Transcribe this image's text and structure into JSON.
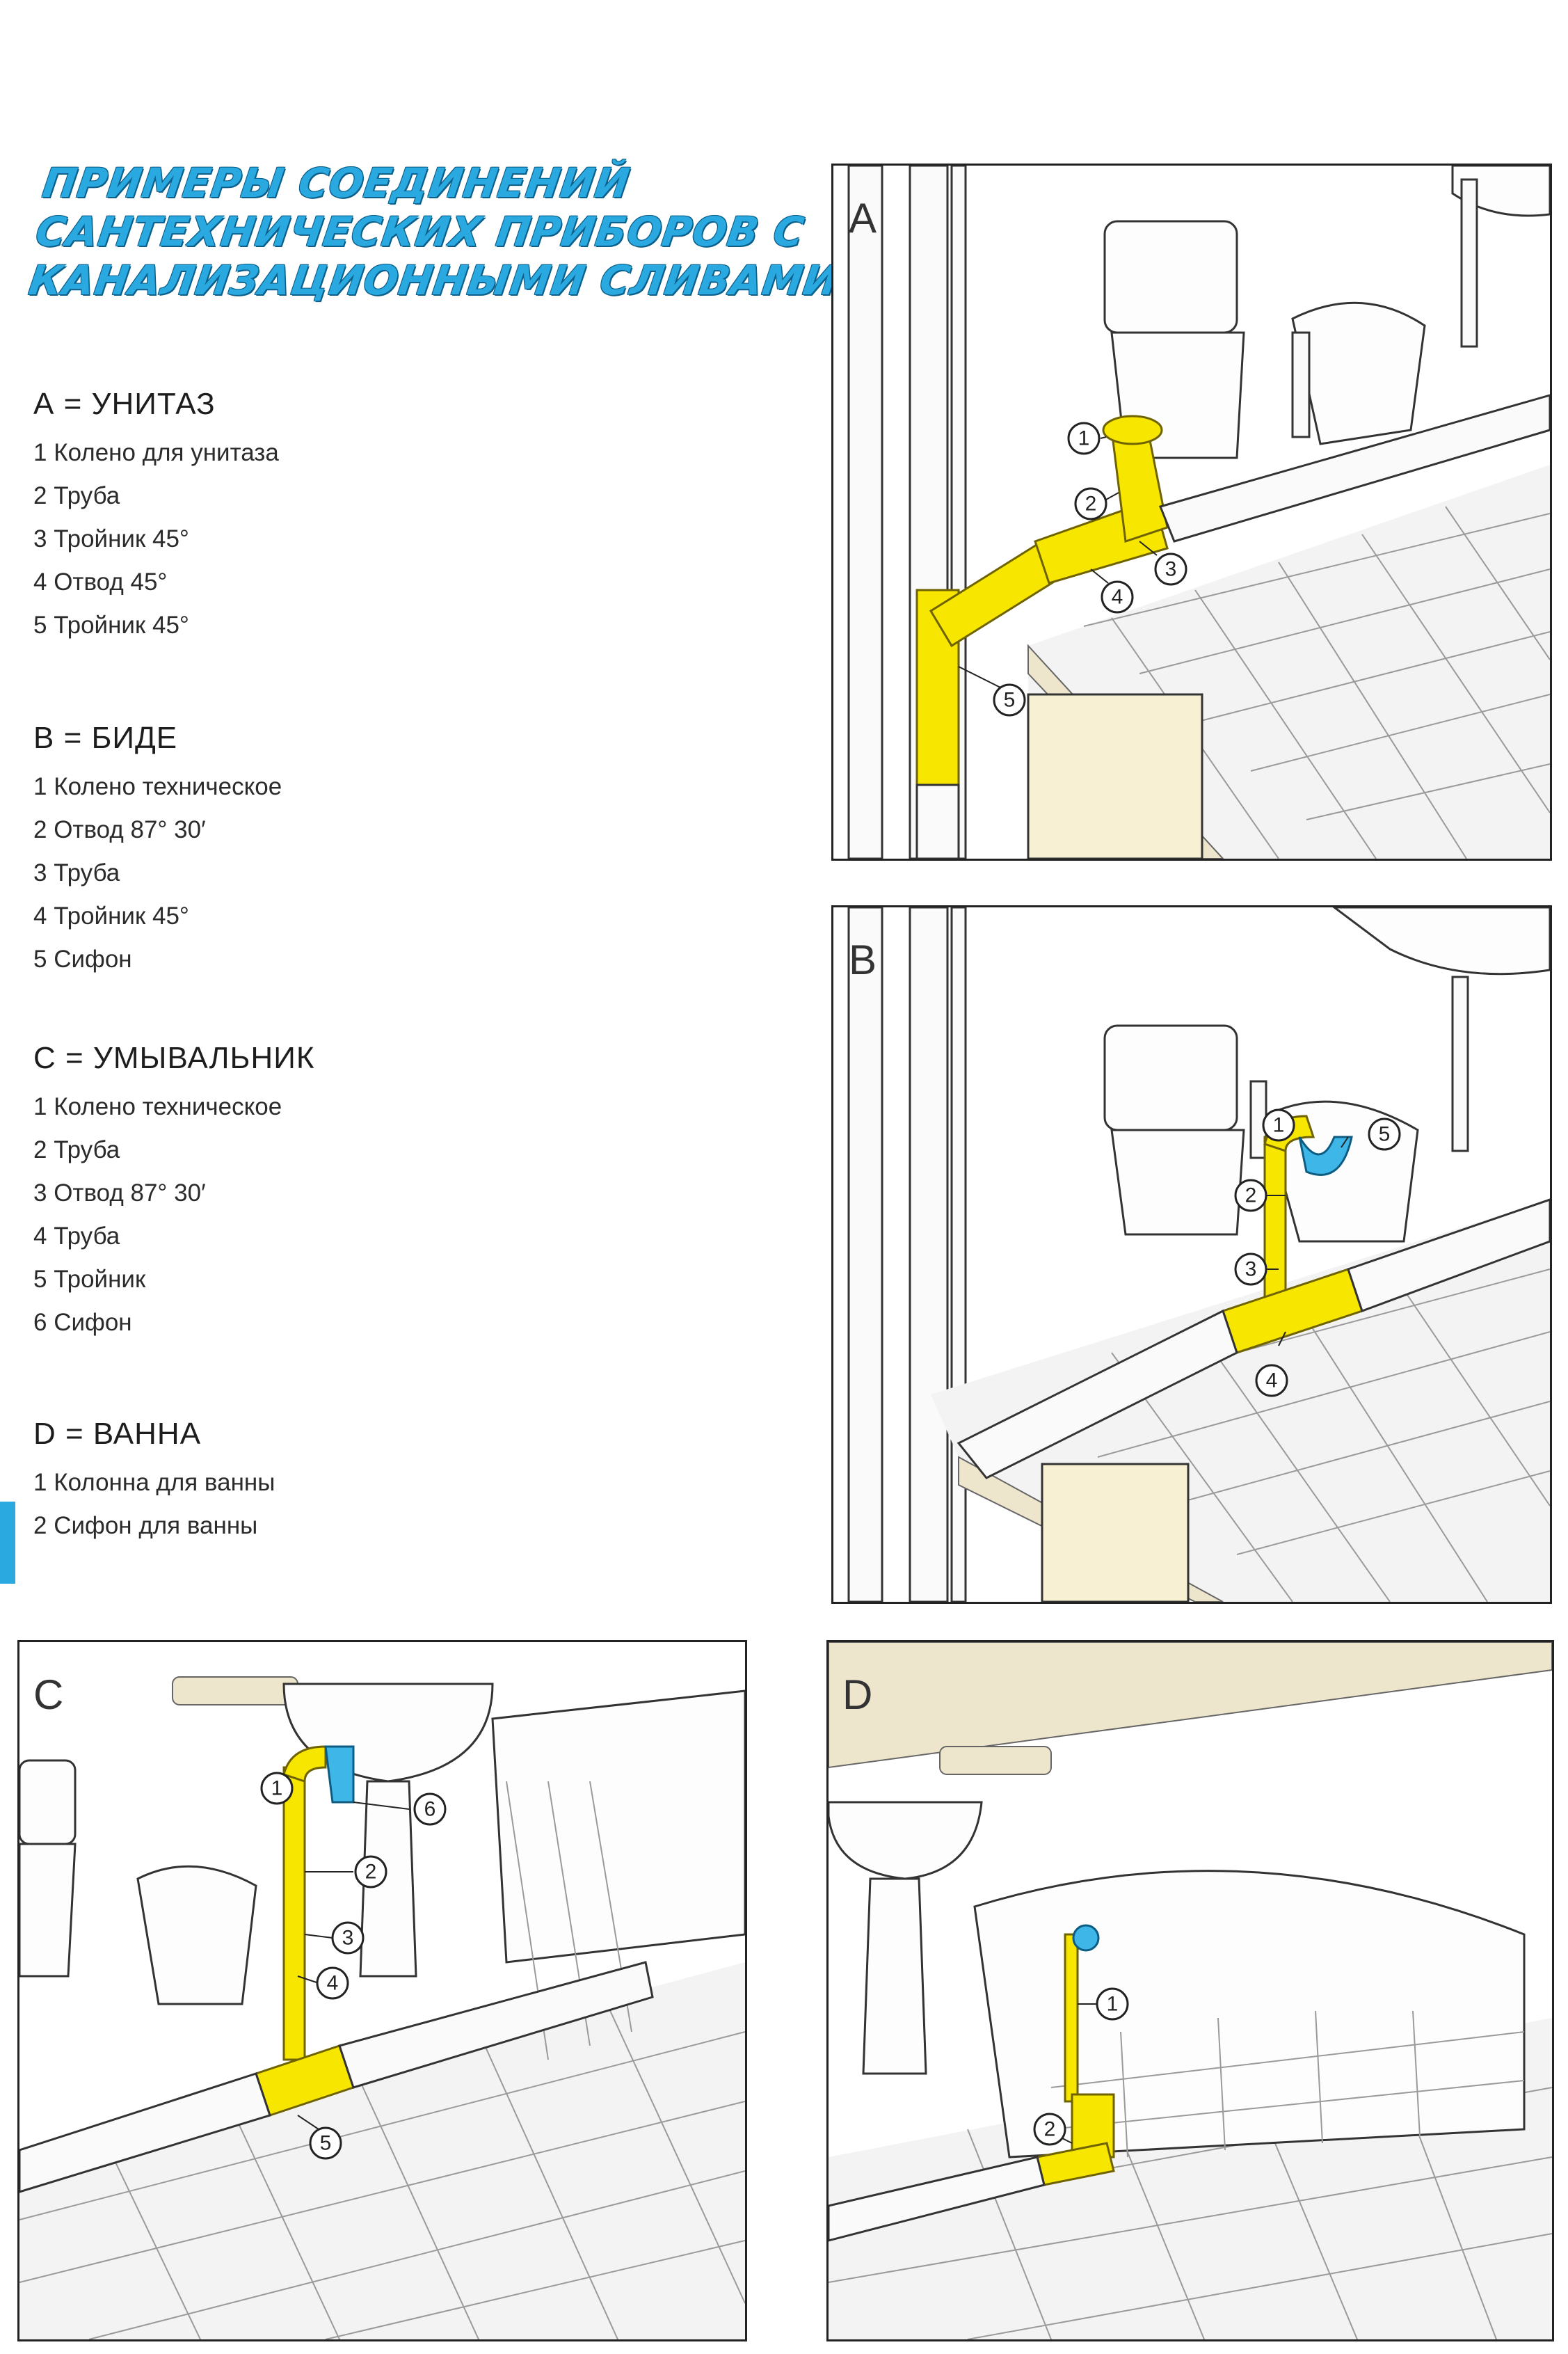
{
  "title": {
    "line1": "Примеры соединений",
    "line2": "сантехнических приборов с",
    "line3": "канализационными сливами"
  },
  "legend": [
    {
      "heading": "А = УНИТАЗ",
      "items": [
        "1 Колено для унитаза",
        "2 Труба",
        "3 Тройник  45°",
        "4 Отвод 45°",
        "5 Тройник 45°"
      ]
    },
    {
      "heading": "В = БИДЕ",
      "items": [
        "1 Колено техническое",
        "2 Отвод  87° 30′",
        "3 Труба",
        "4 Тройник 45°",
        "5 Сифон"
      ]
    },
    {
      "heading": "С = УМЫВАЛЬНИК",
      "items": [
        "1 Колено техническое",
        "2 Труба",
        "3 Отвод  87° 30′",
        "4 Труба",
        "5 Тройник",
        "6 Сифон"
      ]
    },
    {
      "heading": "D = ВАННА",
      "items": [
        "1 Колонна для ванны",
        "2 Сифон для ванны"
      ]
    }
  ],
  "panels": [
    {
      "label": "A",
      "callouts": [
        "1",
        "2",
        "3",
        "4",
        "5"
      ]
    },
    {
      "label": "B",
      "callouts": [
        "1",
        "2",
        "3",
        "4",
        "5"
      ]
    },
    {
      "label": "C",
      "callouts": [
        "1",
        "2",
        "3",
        "4",
        "5",
        "6"
      ]
    },
    {
      "label": "D",
      "callouts": [
        "1",
        "2"
      ]
    }
  ],
  "colors": {
    "title": "#29a9e0",
    "highlight_pipe": "#f6e600",
    "siphon": "#3fb6e8",
    "accent_bar": "#29a9e0"
  }
}
